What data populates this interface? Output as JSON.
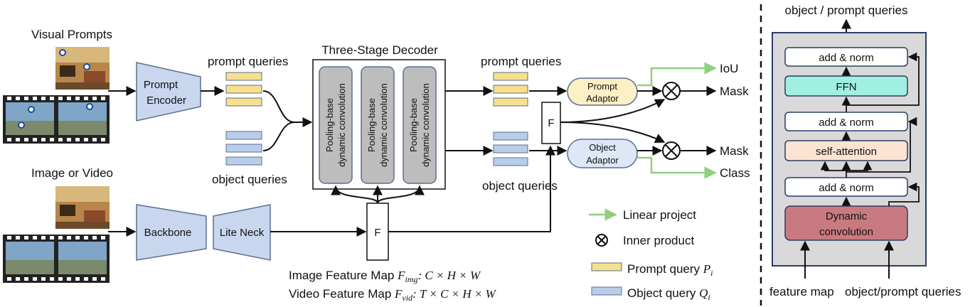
{
  "inputs": {
    "visual_prompts": "Visual Prompts",
    "image_or_video": "Image or Video"
  },
  "modules": {
    "prompt_encoder_l1": "Prompt",
    "prompt_encoder_l2": "Encoder",
    "backbone": "Backbone",
    "lite_neck": "Lite Neck",
    "decoder_title": "Three-Stage Decoder",
    "decoder_stage_l1": "Pooling-base",
    "decoder_stage_l2": "dynamic convolution",
    "feature_label": "F",
    "prompt_adaptor_l1": "Prompt",
    "prompt_adaptor_l2": "Adaptor",
    "object_adaptor_l1": "Object",
    "object_adaptor_l2": "Adaptor"
  },
  "queries": {
    "prompt_queries": "prompt queries",
    "object_queries": "object queries"
  },
  "outputs": {
    "iou": "IoU",
    "mask": "Mask",
    "class": "Class"
  },
  "feature_maps": {
    "image_prefix": "Image Feature Map ",
    "image_var": "F",
    "image_sub": "img",
    "image_dims": ": C × H × W",
    "video_prefix": "Video Feature Map ",
    "video_var": "F",
    "video_sub": "vid",
    "video_dims": ": T × C × H × W"
  },
  "legend": {
    "linear_project": "Linear project",
    "inner_product": "Inner product",
    "prompt_query_prefix": "Prompt query ",
    "prompt_query_var": "P",
    "prompt_query_sub": "i",
    "object_query_prefix": "Object query ",
    "object_query_var": "Q",
    "object_query_sub": "i"
  },
  "detail": {
    "top_label": "object / prompt queries",
    "add_norm": "add & norm",
    "ffn": "FFN",
    "self_attention": "self-attention",
    "dyn_conv_l1": "Dynamic",
    "dyn_conv_l2": "convolution",
    "feature_map": "feature map",
    "bottom_queries": "object/prompt queries"
  },
  "colors": {
    "module_fill": "#c9d7ee",
    "module_stroke": "#5a6f93",
    "prompt_query": "#f6e08e",
    "object_query": "#b9cde9",
    "prompt_adaptor": "#fdf0c4",
    "object_adaptor": "#dde7f5",
    "decoder_stage": "#bdbdbd",
    "linear_green": "#8fcf7e",
    "ffn": "#9ff0e0",
    "self_attention": "#fde3d2",
    "dyn_conv": "#c97a80",
    "detail_bg": "#d9d9d9",
    "detail_border": "#2c3e66"
  }
}
